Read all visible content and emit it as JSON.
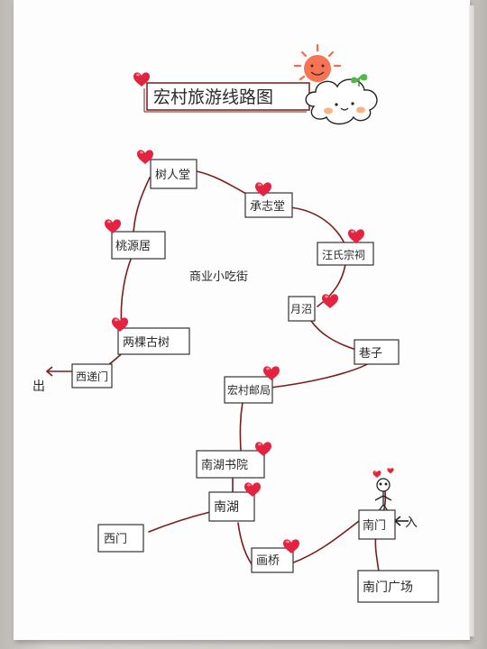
{
  "title": "宏村旅游线路图",
  "colors": {
    "route": "#7a1c1c",
    "heart": "#e3233f",
    "box_border": "#333333",
    "sun": "#f36b4b"
  },
  "stops": {
    "citang": "树人堂",
    "chengzhitang": "承志堂",
    "wangshizongci": "汪氏宗祠",
    "yuezhao": "月沼",
    "taoyuanju": "桃源居",
    "liangkeshu": "两棵古树",
    "xidimen_upper": "西递门",
    "shangye": "商业小吃街",
    "xianxiang": "巷子",
    "hongcun_office": "宏村邮局",
    "nanhu_shuyuan": "南湖书院",
    "nanhu": "南湖",
    "xixiamen": "西门",
    "huaqiao": "画桥",
    "nanmen": "南门",
    "nanmen_square": "南门广场"
  },
  "markers": {
    "exit": "出",
    "enter": "入"
  },
  "icons": [
    "heart-icon",
    "sun-icon",
    "cloud-icon",
    "sprout-icon",
    "stick-figure-icon",
    "arrow-icon"
  ]
}
